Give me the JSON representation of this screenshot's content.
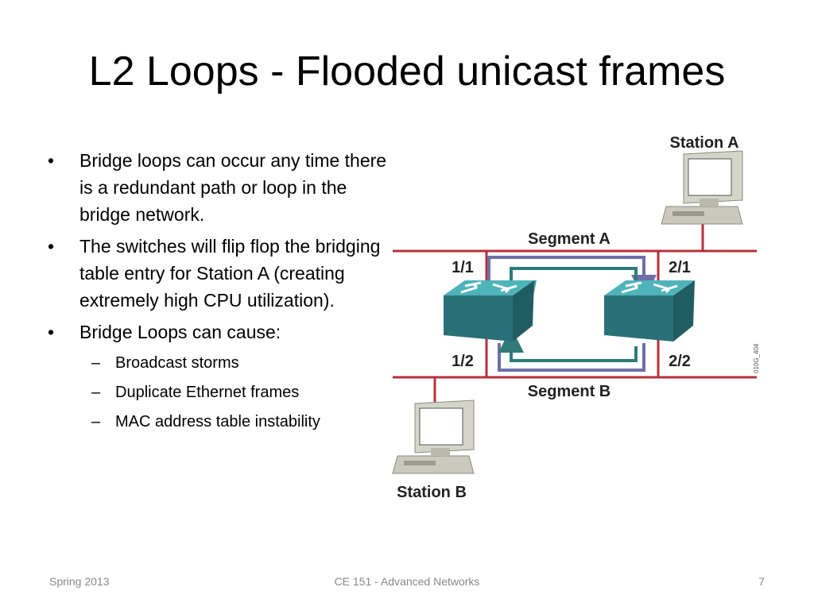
{
  "slide": {
    "title": "L2 Loops - Flooded unicast frames",
    "bullet_char": "•",
    "dash_char": "–",
    "bullets": [
      "Bridge loops can occur any time there is a redundant path or loop in the bridge network.",
      "The switches will flip flop the bridging table entry for Station A (creating extremely high CPU utilization).",
      "Bridge Loops can cause:"
    ],
    "sub_bullets": [
      "Broadcast storms",
      "Duplicate Ethernet frames",
      "MAC address table instability"
    ]
  },
  "diagram": {
    "station_a": "Station A",
    "station_b": "Station B",
    "segment_a": "Segment A",
    "segment_b": "Segment B",
    "port_1_1": "1/1",
    "port_1_2": "1/2",
    "port_2_1": "2/1",
    "port_2_2": "2/2",
    "figure_code": "010G_404",
    "colors": {
      "segment": "#b5303c",
      "purple_path": "#6f6fa8",
      "teal_path": "#2e7b78",
      "switch_top": "#3e9ea6",
      "switch_side": "#2a7078"
    }
  },
  "footer": {
    "left": "Spring 2013",
    "center": "CE 151 - Advanced Networks",
    "right": "7"
  }
}
